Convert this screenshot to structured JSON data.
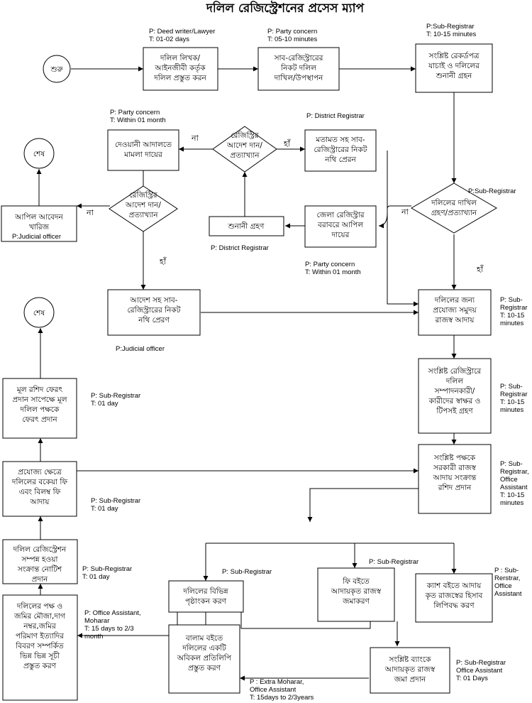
{
  "title": "দলিল রেজিস্ট্রেশনের প্রসেস ম্যাপ",
  "nodes": {
    "start": "শুরু",
    "end1": "শেষ",
    "end2": "শেষ",
    "deed_prep": [
      "দলিল লিখক/",
      "আইনজীবী কর্তৃক",
      "দলিল প্রস্তুত করন"
    ],
    "submit": [
      "সাব-রেজিস্ট্রারের",
      "নিকট দলিল",
      "দাখিল/উপস্থাপন"
    ],
    "verify": [
      "সংশ্লিষ্ট রেকর্ডপত্র",
      "যাচাই ও দলিলের",
      "শুনানী গ্রহন"
    ],
    "decision_main": [
      "দলিলের দাখিল",
      "গ্রহণ/প্রত্যাখ্যান"
    ],
    "appeal_district": [
      "জেলা রেজিস্ট্রার",
      "বরাবরে আপিল",
      "দায়ের"
    ],
    "hearing": [
      "শুনানী গ্রহণ"
    ],
    "decision_district": [
      "রেজিস্ট্রির",
      "আদেশ দান/",
      "প্রত্যাখ্যান"
    ],
    "send_opinion": [
      "মতামত সহ সাব-",
      "রেজিস্ট্রারের নিকট",
      "নথি প্রেরন"
    ],
    "civil_case": [
      "দেওয়ানী আদালতে",
      "মামলা দায়ের"
    ],
    "decision_court": [
      "রেজিস্ট্রির",
      "আদেশ দান/",
      "প্রত্যাখ্যান"
    ],
    "appeal_rejected": [
      "আপিল আবেদন",
      "খারিজ"
    ],
    "court_order": [
      "আদেশ সহ সাব-",
      "রেজিস্ট্রারের নিকট",
      "নথি প্রেরণ"
    ],
    "revenue": [
      "দলিলের জন্য",
      "প্রযোজ্য সমুদয়",
      "রাজস্ব আদায়"
    ],
    "signature": [
      "সংশ্লিষ্ট রেজিস্ট্রারে",
      "দলিল",
      "সম্পাদনকারী/",
      "কারীদের স্বাক্ষর ও",
      "টিপসই গ্রহণ"
    ],
    "receipt": [
      "সংশ্লিষ্ট পক্ষকে",
      "সরকারী রাজস্ব",
      "আদায় সংক্রান্ত",
      "রশিদ প্রদান"
    ],
    "fee_book": [
      "ফি বইতে",
      "আদায়কৃত রাজস্ব",
      "জমাকরণ"
    ],
    "cash_book": [
      "ক্যাশ বইতে আদায়",
      "কৃত রাজস্বের হিসাব",
      "লিপিবদ্ধ করণ"
    ],
    "bank": [
      "সংশ্লিষ্ট ব্যাংকে",
      "আদায়কৃত রাজস্ব",
      "জমা প্রদান"
    ],
    "pagination": [
      "দলিলের বিভিন্ন",
      "পৃষ্ঠাংকন করণ"
    ],
    "copy": [
      "বালাম বইতে",
      "দলিলের একটি",
      "অবিকল প্রতিলিপি",
      "প্রস্তুত করণ"
    ],
    "index": [
      "দলিলের পক্ষ ও",
      "জমির মৌজা,দাগ",
      "নম্বর,জমির",
      "পরিমাণ ইত্যাদির",
      "বিবরণ সম্পর্কিত",
      "ভিন্ন ভিন্ন সূচী",
      "প্রস্তুত করণ"
    ],
    "notice": [
      "দলিল রেজিস্ট্রেশন",
      "সম্পন্ন হওয়া",
      "সংক্রান্ত নোটিশ",
      "প্রদান"
    ],
    "late_fee": [
      "প্রযোজ্য ক্ষেত্রে",
      "দলিলের বকেয়া ফি",
      "এবং বিলম্ব ফি",
      "আদায়"
    ],
    "return_deed": [
      "মূল রশিদ ফেরৎ",
      "প্রদান সাপেক্ষে মূল",
      "দলিল পক্ষকে",
      "ফেরৎ প্রদান"
    ]
  },
  "edge_labels": {
    "no_main": "না",
    "yes_main": "হাঁ",
    "yes_district": "হাঁ",
    "no_district": "না",
    "no_court": "না",
    "yes_court": "হাঁ"
  },
  "annotations": {
    "deed_prep": [
      "P: Deed writer/Lawyer",
      "T: 01-02 days"
    ],
    "submit": [
      "P: Party concern",
      "T: 05-10 minutes"
    ],
    "verify": [
      "P:Sub-Registrar",
      "T: 10-15 minutes"
    ],
    "civil_case": [
      "P: Party concern",
      "T: Within 01 month"
    ],
    "send_opinion": [
      "P: District Registrar"
    ],
    "decision_main": [
      "P:Sub-Registrar"
    ],
    "hearing": [
      "P: District Registrar"
    ],
    "appeal_rejected": [
      "P:Judicial officer"
    ],
    "appeal_district": [
      "P: Party concern",
      "T: Within 01 month"
    ],
    "revenue": [
      "P: Sub-",
      "Registrar",
      "T: 10-15",
      "minutes"
    ],
    "court_order": [
      "P:Judicial officer"
    ],
    "signature": [
      "P: Sub-",
      "Registrar",
      "T: 10-15",
      "minutes"
    ],
    "return_deed": [
      "P: Sub-Registrar",
      "T: 01 day"
    ],
    "receipt": [
      "P: Sub-",
      "Registrar,",
      "Office",
      "Assistant",
      "T: 10-15",
      "minutes"
    ],
    "late_fee": [
      "P: Sub-Registrar",
      "T: 01 day"
    ],
    "fee_book": [
      "P: Sub-Registrar"
    ],
    "pagination": [
      "P: Sub-Registrar"
    ],
    "cash_book": [
      "P : Sub-",
      "Rerstrar,",
      "Office",
      "Assistant"
    ],
    "notice": [
      "P: Sub-Registrar",
      "T: 01 day"
    ],
    "index": [
      "P: Office Assistant,",
      "Moharar",
      "T: 15 days to 2/3",
      "month"
    ],
    "bank": [
      "P: Sub-Registrar",
      "Office Assistant",
      "T: 01 Days"
    ],
    "copy": [
      "P : Extra Moharar,",
      "Office Assistant",
      "T: 15days to 2/3years"
    ]
  }
}
